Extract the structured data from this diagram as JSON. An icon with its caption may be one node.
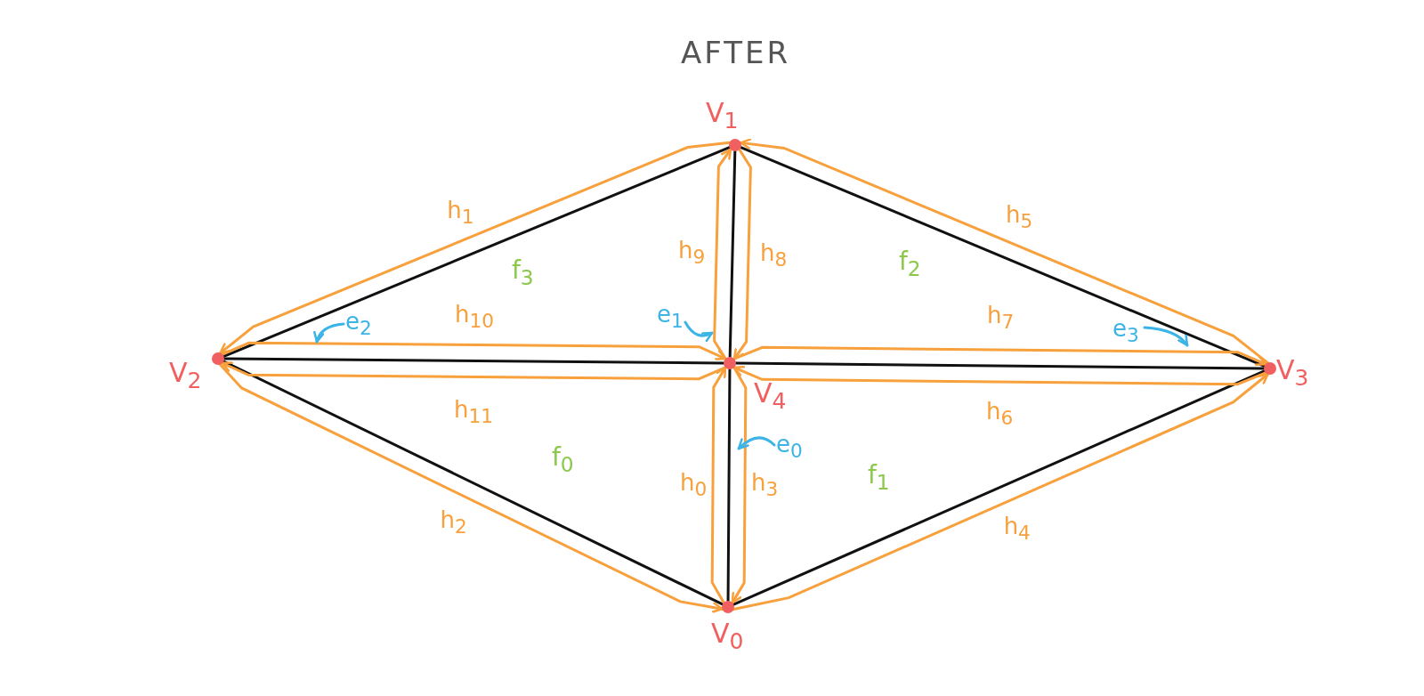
{
  "diagram": {
    "title": "AFTER",
    "nodes": [
      {
        "text": [],
        "shape": "circle",
        "beside": [
          "V$_{0}$"
        ]
      },
      {
        "text": [],
        "shape": "circle",
        "beside": [
          "V$_{1}$"
        ]
      },
      {
        "text": [],
        "shape": "circle",
        "beside": [
          "V$_{2}$"
        ]
      },
      {
        "text": [],
        "shape": "circle",
        "beside": [
          "V$_{3}$"
        ]
      },
      {
        "text": [],
        "shape": "circle",
        "beside": [
          "V$_{4}$"
        ]
      },
      {
        "text": [
          "e$_{0}$"
        ]
      },
      {
        "text": [
          "e$_{1}$"
        ]
      },
      {
        "text": [
          "e$_{2}$"
        ]
      },
      {
        "text": [
          "e$_{3}$"
        ]
      }
    ],
    "edges": [
      {
        "from": 1,
        "to": 2,
        "arrow": "none",
        "color": "#111111"
      },
      {
        "from": 1,
        "to": 3,
        "arrow": "none",
        "color": "#111111"
      },
      {
        "from": 1,
        "to": 4,
        "arrow": "none",
        "color": "#111111"
      },
      {
        "from": 2,
        "to": 4,
        "arrow": "none",
        "color": "#111111"
      },
      {
        "from": 4,
        "to": 3,
        "arrow": "none",
        "color": "#111111"
      },
      {
        "from": 2,
        "to": 0,
        "arrow": "none",
        "color": "#111111"
      },
      {
        "from": 0,
        "to": 4,
        "arrow": "none",
        "color": "#111111"
      },
      {
        "from": 0,
        "to": 3,
        "arrow": "none",
        "color": "#111111"
      },
      {
        "from": 0,
        "to": 4,
        "arrow": "to",
        "label": "h$_{0}$"
      },
      {
        "from": 1,
        "to": 2,
        "arrow": "to",
        "label": "h$_{1}$"
      },
      {
        "from": 2,
        "to": 0,
        "arrow": "to",
        "label": "h$_{2}$"
      },
      {
        "from": 4,
        "to": 0,
        "arrow": "to",
        "label": "h$_{3}$"
      },
      {
        "from": 0,
        "to": 3,
        "arrow": "to",
        "label": "h$_{4}$"
      },
      {
        "from": 3,
        "to": 1,
        "arrow": "to",
        "label": "h$_{5}$"
      },
      {
        "from": 3,
        "to": 4,
        "arrow": "to",
        "label": "h$_{6}$"
      },
      {
        "from": 4,
        "to": 3,
        "arrow": "to",
        "label": "h$_{7}$"
      },
      {
        "from": 1,
        "to": 4,
        "arrow": "to",
        "label": "h$_{8}$"
      },
      {
        "from": 4,
        "to": 1,
        "arrow": "to",
        "label": "h$_{9}$"
      },
      {
        "from": 2,
        "to": 4,
        "arrow": "to",
        "label": "h$_{10}$"
      },
      {
        "from": 4,
        "to": 2,
        "arrow": "to",
        "label": "h$_{11}$"
      },
      {
        "from": 5,
        "to": null,
        "arrow": "to",
        "color": "#3cb4e6"
      },
      {
        "from": 6,
        "to": null,
        "arrow": "to",
        "color": "#3cb4e6"
      },
      {
        "from": 7,
        "to": null,
        "arrow": "to",
        "color": "#3cb4e6"
      },
      {
        "from": 8,
        "to": null,
        "arrow": "to",
        "color": "#3cb4e6"
      }
    ],
    "labels": [
      "f$_{3}$",
      "f$_{2}$",
      "f$_{0}$",
      "f$_{1}$"
    ]
  }
}
